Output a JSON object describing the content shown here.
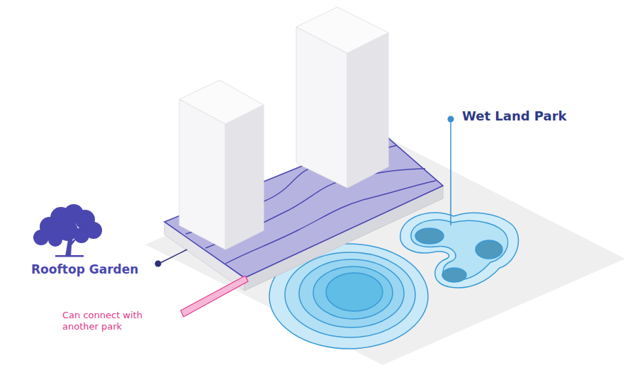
{
  "diagram": {
    "labels": [
      "Wet Land Park",
      "Rooftop Garden",
      "Can connect with another park"
    ]
  }
}
